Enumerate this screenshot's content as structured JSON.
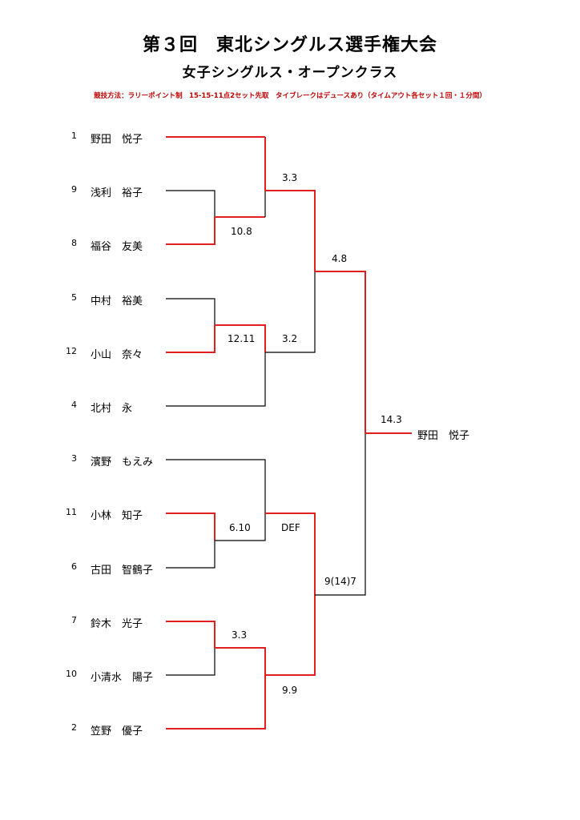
{
  "header": {
    "title": "第３回　東北シングルス選手権大会",
    "subtitle": "女子シングルス・オープンクラス",
    "rules": "競技方法：ラリーポイント制　15-15-11点2セット先取　タイブレークはデュースあり（タイムアウト各セット１回・１分間）"
  },
  "players": [
    {
      "seed": "1",
      "name": "野田　悦子"
    },
    {
      "seed": "9",
      "name": "浅利　裕子"
    },
    {
      "seed": "8",
      "name": "福谷　友美"
    },
    {
      "seed": "5",
      "name": "中村　裕美"
    },
    {
      "seed": "12",
      "name": "小山　奈々"
    },
    {
      "seed": "4",
      "name": "北村　永"
    },
    {
      "seed": "3",
      "name": "濱野　もえみ"
    },
    {
      "seed": "11",
      "name": "小林　知子"
    },
    {
      "seed": "6",
      "name": "古田　智鶴子"
    },
    {
      "seed": "7",
      "name": "鈴木　光子"
    },
    {
      "seed": "10",
      "name": "小清水　陽子"
    },
    {
      "seed": "2",
      "name": "笠野　優子"
    }
  ],
  "scores": [
    {
      "id": "r2-top",
      "text": "3.3"
    },
    {
      "id": "r1-a",
      "text": "10.8"
    },
    {
      "id": "sf-top",
      "text": "4.8"
    },
    {
      "id": "r1-b",
      "text": "12.11"
    },
    {
      "id": "r2-b",
      "text": "3.2"
    },
    {
      "id": "final",
      "text": "14.3"
    },
    {
      "id": "r1-c",
      "text": "6.10"
    },
    {
      "id": "r2-c",
      "text": "DEF"
    },
    {
      "id": "sf-bot",
      "text": "9(14)7"
    },
    {
      "id": "r1-d",
      "text": "3.3"
    },
    {
      "id": "r2-d",
      "text": "9.9"
    }
  ],
  "champion": "野田　悦子",
  "colors": {
    "winner_line": "#e02020",
    "loser_line": "#000000",
    "rules_text": "#c00000"
  }
}
